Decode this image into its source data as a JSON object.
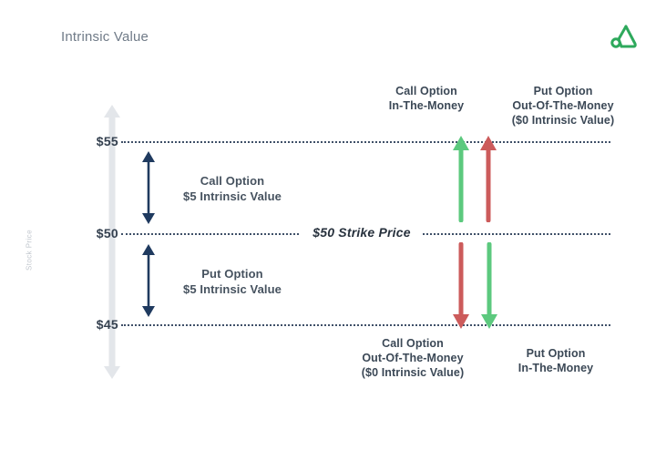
{
  "page": {
    "title": "Intrinsic Value",
    "background": "#ffffff",
    "logo_name": "brand-logo",
    "logo_color": "#2EA95C"
  },
  "chart_data": {
    "type": "diagram",
    "title": "Intrinsic Value",
    "ylabel": "Stock Price",
    "yticks": [
      "$55",
      "$50",
      "$45"
    ],
    "ytick_values": [
      55,
      50,
      45
    ],
    "ylim": [
      45,
      55
    ],
    "grid": true,
    "strike_label": "$50 Strike Price",
    "strike_value": 50,
    "measures": [
      {
        "name": "call-intrinsic-measure",
        "label_line1": "Call Option",
        "label_line2": "$5 Intrinsic Value",
        "from": 55,
        "to": 50,
        "color": "#1F3A5F"
      },
      {
        "name": "put-intrinsic-measure",
        "label_line1": "Put Option",
        "label_line2": "$5 Intrinsic Value",
        "from": 50,
        "to": 45,
        "color": "#1F3A5F"
      }
    ],
    "option_arrows": [
      {
        "name": "call-itm-arrow",
        "direction": "up",
        "color": "#5CC97E",
        "from": 50,
        "to": 55,
        "annotation": [
          "Call Option",
          "In-The-Money"
        ]
      },
      {
        "name": "put-otm-arrow",
        "direction": "up",
        "color": "#CC5B5B",
        "from": 50,
        "to": 55,
        "annotation": [
          "Put Option",
          "Out-Of-The-Money",
          "($0 Intrinsic Value)"
        ]
      },
      {
        "name": "call-otm-arrow",
        "direction": "down",
        "color": "#CC5B5B",
        "from": 50,
        "to": 45,
        "annotation": [
          "Call Option",
          "Out-Of-The-Money",
          "($0 Intrinsic Value)"
        ]
      },
      {
        "name": "put-itm-arrow",
        "direction": "down",
        "color": "#5CC97E",
        "from": 50,
        "to": 45,
        "annotation": [
          "Put Option",
          "In-The-Money"
        ]
      }
    ],
    "colors": {
      "green": "#5CC97E",
      "red": "#CC5B5B",
      "navy": "#1F3A5F",
      "grid": "#3F5068",
      "axis": "#E3E6EA",
      "text": "#3B4856",
      "muted": "#707B88"
    }
  },
  "labels": {
    "y_axis_title": "Stock Price",
    "tick_55": "$55",
    "tick_50": "$50",
    "tick_45": "$45",
    "strike": "$50 Strike Price",
    "call_measure_l1": "Call Option",
    "call_measure_l2": "$5 Intrinsic Value",
    "put_measure_l1": "Put Option",
    "put_measure_l2": "$5 Intrinsic Value",
    "anno_top_left_l1": "Call Option",
    "anno_top_left_l2": "In-The-Money",
    "anno_top_right_l1": "Put Option",
    "anno_top_right_l2": "Out-Of-The-Money",
    "anno_top_right_l3": "($0 Intrinsic Value)",
    "anno_bottom_left_l1": "Call Option",
    "anno_bottom_left_l2": "Out-Of-The-Money",
    "anno_bottom_left_l3": "($0 Intrinsic Value)",
    "anno_bottom_right_l1": "Put Option",
    "anno_bottom_right_l2": "In-The-Money"
  }
}
